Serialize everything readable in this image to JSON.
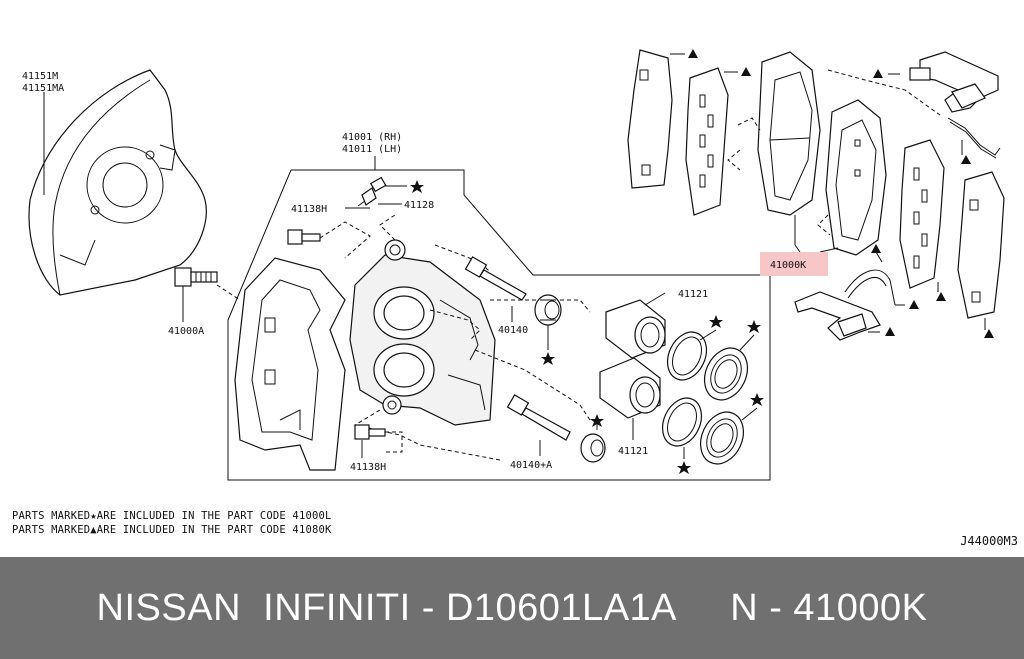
{
  "labels": {
    "shield": [
      "41151M",
      "41151MA"
    ],
    "caliper": [
      "41001 (RH)",
      "41011 (LH)"
    ],
    "bolt_top": "41138H",
    "bleeder": "41128",
    "bolt_bottom": "41138H",
    "mount_bolt": "41000A",
    "pin": "40140",
    "pin_a": "40140+A",
    "piston_top": "41121",
    "piston_bottom": "41121",
    "pad_kit": "41000K"
  },
  "notes": {
    "line1": "PARTS MARKED★ARE INCLUDED IN THE PART CODE 41000L",
    "line2": "PARTS MARKED▲ARE INCLUDED IN THE PART CODE 41080K"
  },
  "diagram_code": "J44000M3",
  "footer": {
    "text": "NISSAN  INFINITI - D10601LA1A     N - 41000K"
  },
  "colors": {
    "footer_bg": "#707070",
    "highlight": "#f7c6c6"
  }
}
